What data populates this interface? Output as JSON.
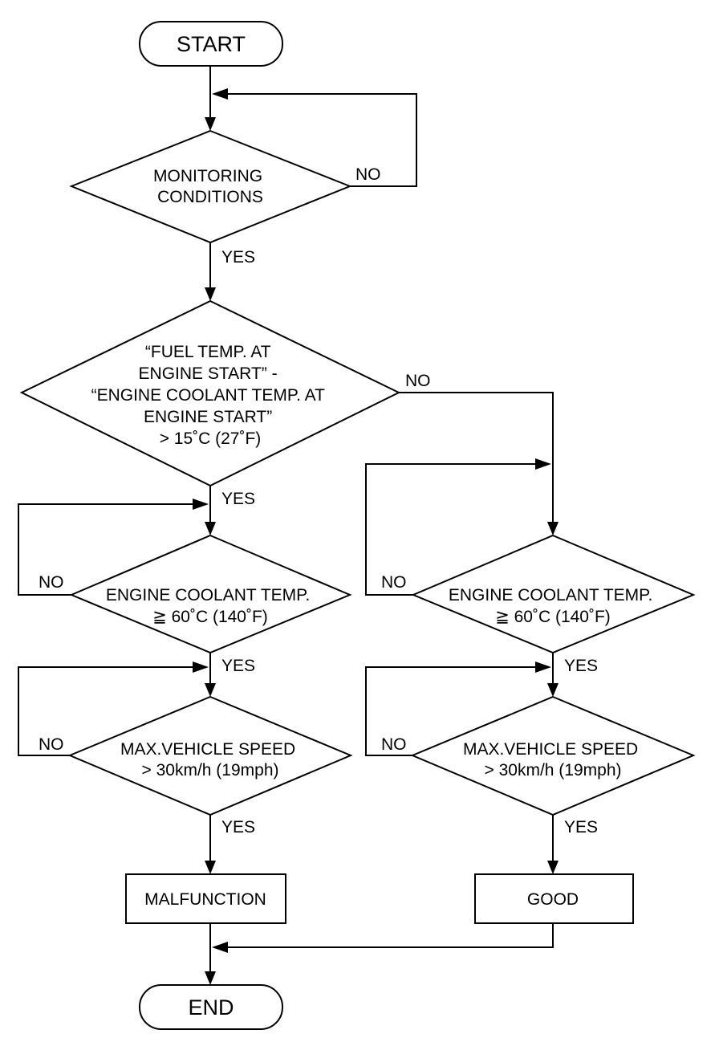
{
  "flowchart": {
    "start": "START",
    "end": "END",
    "monitoring": [
      "MONITORING",
      "CONDITIONS"
    ],
    "fuel_temp": [
      "“FUEL TEMP. AT",
      "ENGINE START” -",
      "“ENGINE COOLANT TEMP. AT",
      "ENGINE START”",
      "> 15˚C (27˚F)"
    ],
    "coolant_left": [
      "ENGINE COOLANT TEMP.",
      "≧ 60˚C (140˚F)"
    ],
    "coolant_right": [
      "ENGINE COOLANT TEMP.",
      "≧ 60˚C (140˚F)"
    ],
    "speed_left": [
      "MAX.VEHICLE SPEED",
      "> 30km/h (19mph)"
    ],
    "speed_right": [
      "MAX.VEHICLE SPEED",
      "> 30km/h (19mph)"
    ],
    "malfunction": "MALFUNCTION",
    "good": "GOOD",
    "labels": {
      "yes": "YES",
      "no": "NO"
    }
  }
}
